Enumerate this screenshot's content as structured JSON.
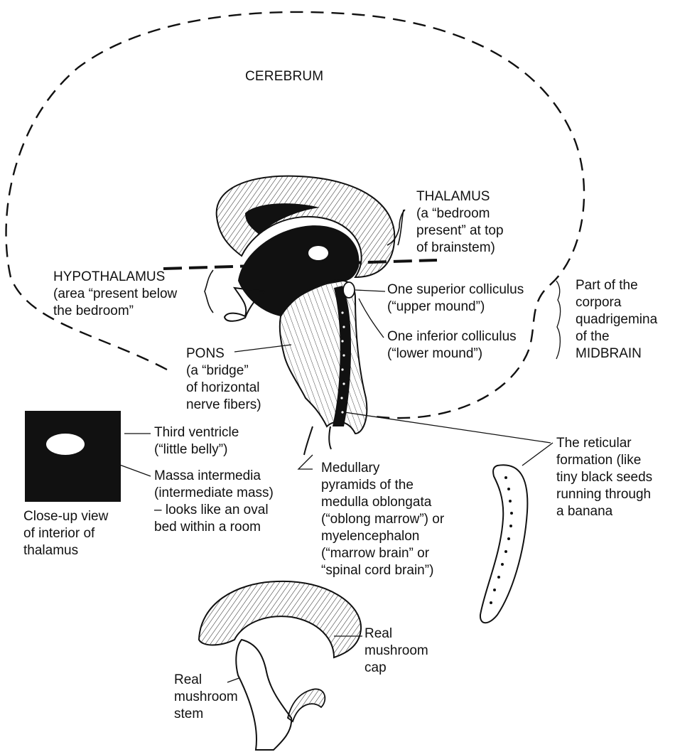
{
  "labels": {
    "cerebrum": "CEREBRUM",
    "thalamus": "THALAMUS\n(a “bedroom\npresent” at top\nof brainstem)",
    "hypothalamus": "HYPOTHALAMUS\n(area “present below\nthe bedroom”",
    "superior_colliculus": "One superior colliculus\n(“upper mound”)",
    "inferior_colliculus": "One inferior colliculus\n(“lower mound”)",
    "corpora": "Part of the\ncorpora\nquadrigemina\nof the\nMIDBRAIN",
    "pons": "PONS\n(a “bridge”\nof horizontal\nnerve fibers)",
    "third_ventricle": "Third ventricle\n(“little belly”)",
    "closeup": "Close-up view\nof interior of\nthalamus",
    "massa_intermedia": "Massa intermedia\n(intermediate mass)\n– looks like an oval\nbed within a room",
    "medulla": "Medullary\npyramids of the\nmedulla oblongata\n(“oblong marrow”) or\nmyelencephalon\n(“marrow brain” or\n“spinal cord brain”)",
    "reticular": "The reticular\nformation (like\ntiny black seeds\nrunning through\na banana",
    "mushroom_cap": "Real\nmushroom\ncap",
    "mushroom_stem": "Real\nmushroom\nstem"
  }
}
